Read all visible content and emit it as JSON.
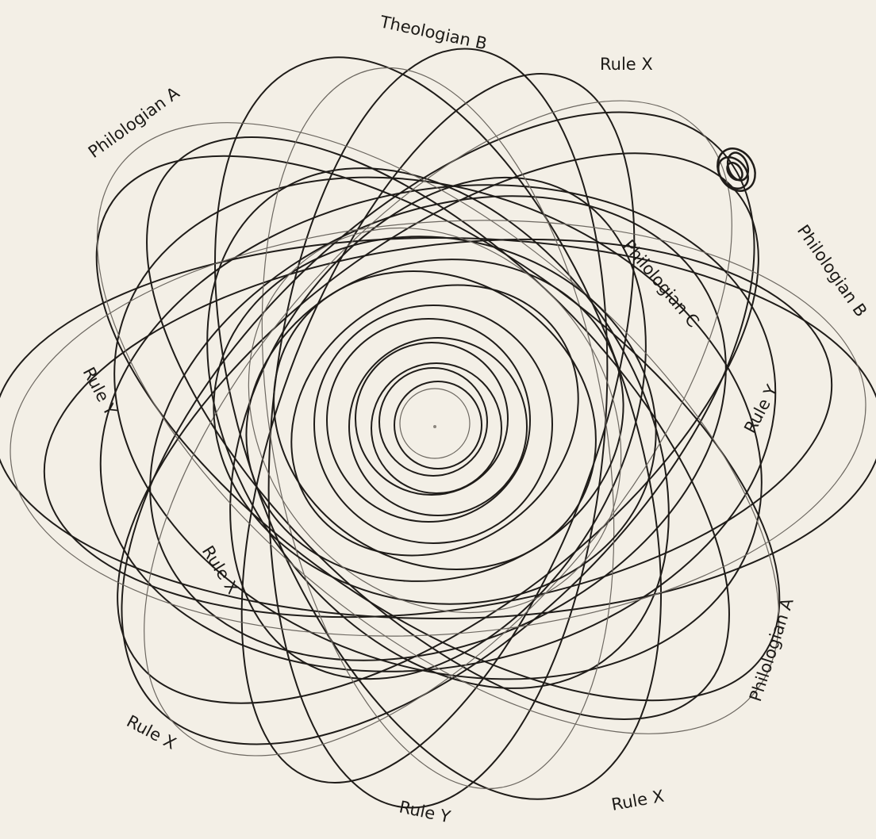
{
  "diagram": {
    "background": "#f3efe6",
    "ink": "#1f1c19",
    "labels": [
      {
        "id": "theologian-b",
        "text": "Theologian B"
      },
      {
        "id": "rule-x-top",
        "text": "Rule X"
      },
      {
        "id": "philologian-a-top",
        "text": "Philologian A"
      },
      {
        "id": "philologian-b",
        "text": "Philologian B"
      },
      {
        "id": "philologian-c",
        "text": "Philologian C"
      },
      {
        "id": "rule-y-left",
        "text": "Rule Y"
      },
      {
        "id": "rule-y-right",
        "text": "Rule Y"
      },
      {
        "id": "rule-x-inner",
        "text": "Rule X"
      },
      {
        "id": "philologian-a-right",
        "text": "Philologian A"
      },
      {
        "id": "rule-x-bottom-left",
        "text": "Rule X"
      },
      {
        "id": "rule-y-bottom",
        "text": "Rule Y"
      },
      {
        "id": "rule-x-bottom-right",
        "text": "Rule X"
      }
    ]
  }
}
